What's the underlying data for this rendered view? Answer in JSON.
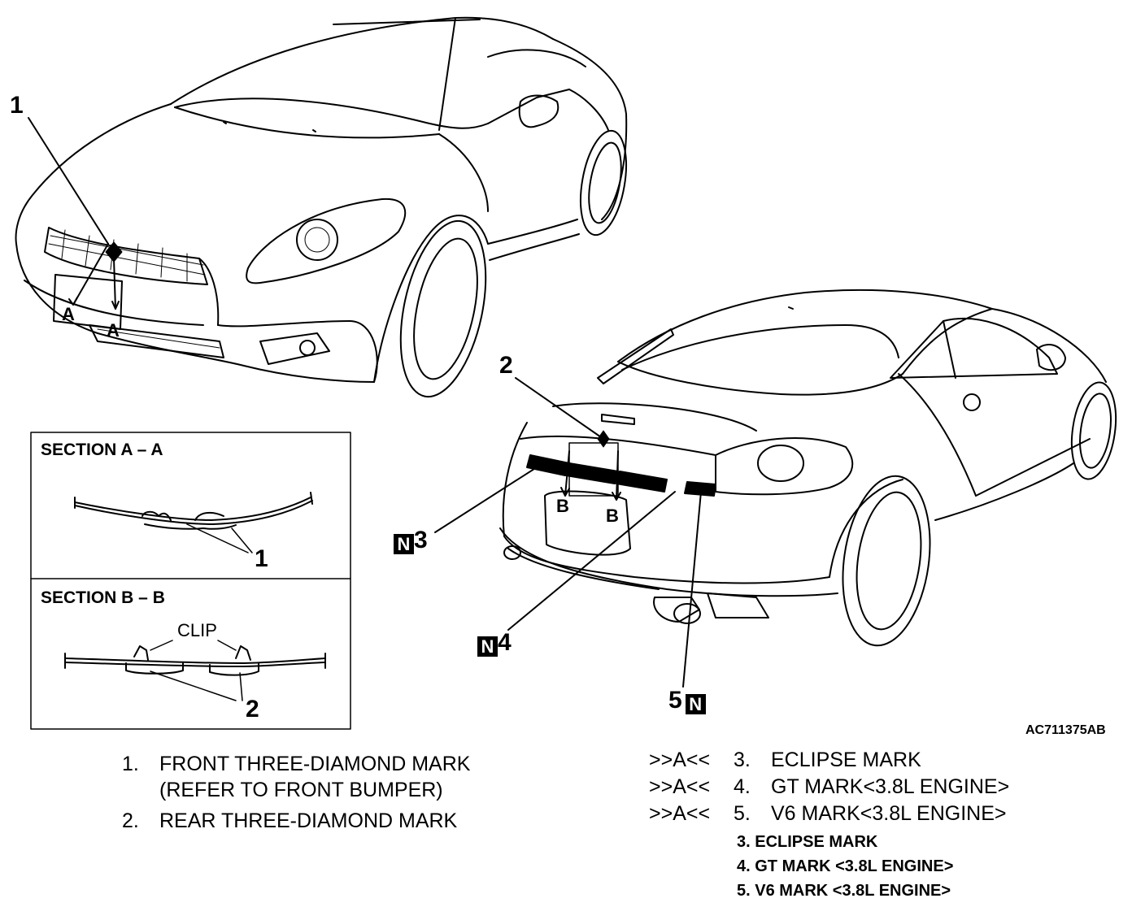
{
  "callouts": {
    "front_mark": "1",
    "rear_mark": "2",
    "eclipse": "3",
    "gt": "4",
    "v6": "5",
    "section_a_part": "1",
    "section_b_part": "2",
    "n_badge": "N"
  },
  "section_letters": {
    "a": "A",
    "b": "B"
  },
  "sections": {
    "a_title": "SECTION A – A",
    "b_title": "SECTION B – B",
    "clip_label": "CLIP"
  },
  "part_number": "AC711375AB",
  "legend_left": {
    "item1_num": "1.",
    "item1_line1": "FRONT THREE-DIAMOND MARK",
    "item1_line2": "(REFER TO FRONT BUMPER)",
    "item2_num": "2.",
    "item2_line1": "REAR THREE-DIAMOND MARK"
  },
  "legend_right": {
    "marker": ">>A<<",
    "item3_num": "3.",
    "item3_text": "ECLIPSE MARK",
    "item4_num": "4.",
    "item4_text": "GT MARK<3.8L ENGINE>",
    "item5_num": "5.",
    "item5_text": "V6 MARK<3.8L ENGINE>"
  },
  "legend_bold": {
    "line1": "3. ECLIPSE MARK",
    "line2": "4. GT MARK <3.8L ENGINE>",
    "line3": "5. V6 MARK <3.8L ENGINE>"
  }
}
